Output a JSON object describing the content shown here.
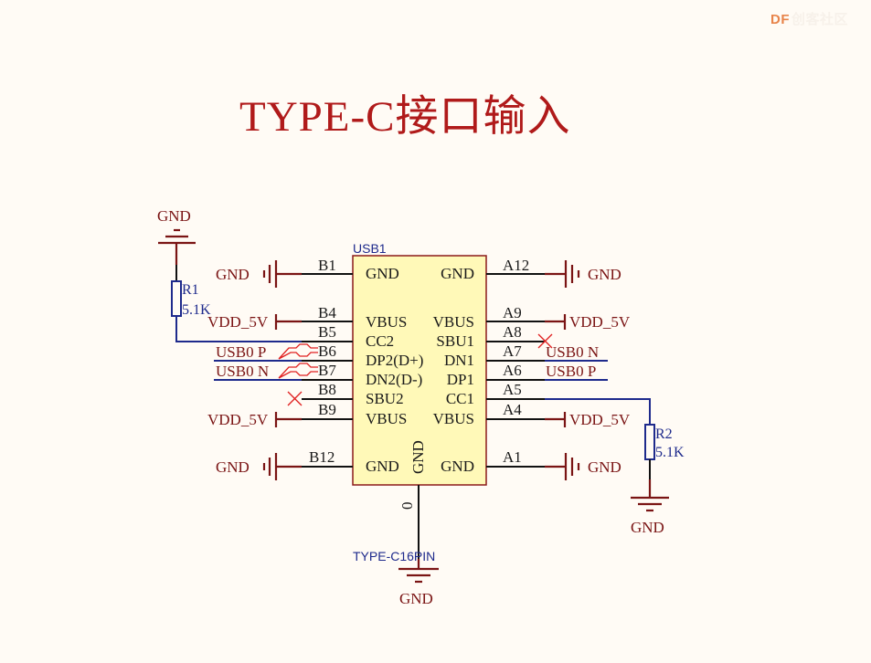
{
  "watermark": {
    "text": "DF",
    "ghost_text": "创客社区"
  },
  "title": "TYPE-C接口输入",
  "component": {
    "designator": "USB1",
    "footprint": "TYPE-C16PIN",
    "body_color": "#fff9b8",
    "border_color": "#8b1a1a",
    "center_pin_label": "GND",
    "center_pin_number": "0",
    "left_pins": [
      {
        "number": "B1",
        "name": "GND",
        "net": "GND"
      },
      {
        "number": "B4",
        "name": "VBUS",
        "net": "VDD_5V"
      },
      {
        "number": "B5",
        "name": "CC2",
        "net": "R1"
      },
      {
        "number": "B6",
        "name": "DP2(D+)",
        "net": "USB0_P"
      },
      {
        "number": "B7",
        "name": "DN2(D-)",
        "net": "USB0_N"
      },
      {
        "number": "B8",
        "name": "SBU2",
        "net": "NC"
      },
      {
        "number": "B9",
        "name": "VBUS",
        "net": "VDD_5V"
      },
      {
        "number": "B12",
        "name": "GND",
        "net": "GND"
      }
    ],
    "right_pins": [
      {
        "number": "A12",
        "name": "GND",
        "net": "GND"
      },
      {
        "number": "A9",
        "name": "VBUS",
        "net": "VDD_5V"
      },
      {
        "number": "A8",
        "name": "SBU1",
        "net": "NC"
      },
      {
        "number": "A7",
        "name": "DN1",
        "net": "USB0_N"
      },
      {
        "number": "A6",
        "name": "DP1",
        "net": "USB0_P"
      },
      {
        "number": "A5",
        "name": "CC1",
        "net": "R2"
      },
      {
        "number": "A4",
        "name": "VBUS",
        "net": "VDD_5V"
      },
      {
        "number": "A1",
        "name": "GND",
        "net": "GND"
      }
    ]
  },
  "resistors": [
    {
      "designator": "R1",
      "value": "5.1K"
    },
    {
      "designator": "R2",
      "value": "5.1K"
    }
  ],
  "nets": {
    "gnd": "GND",
    "vdd": "VDD_5V",
    "usb_p": "USB0_P",
    "usb_n": "USB0_N"
  },
  "colors": {
    "title": "#b01a1a",
    "net_label": "#7a1414",
    "wire_blue": "#1e2a8c",
    "no_connect": "#e02020",
    "background": "#fffbf5"
  }
}
